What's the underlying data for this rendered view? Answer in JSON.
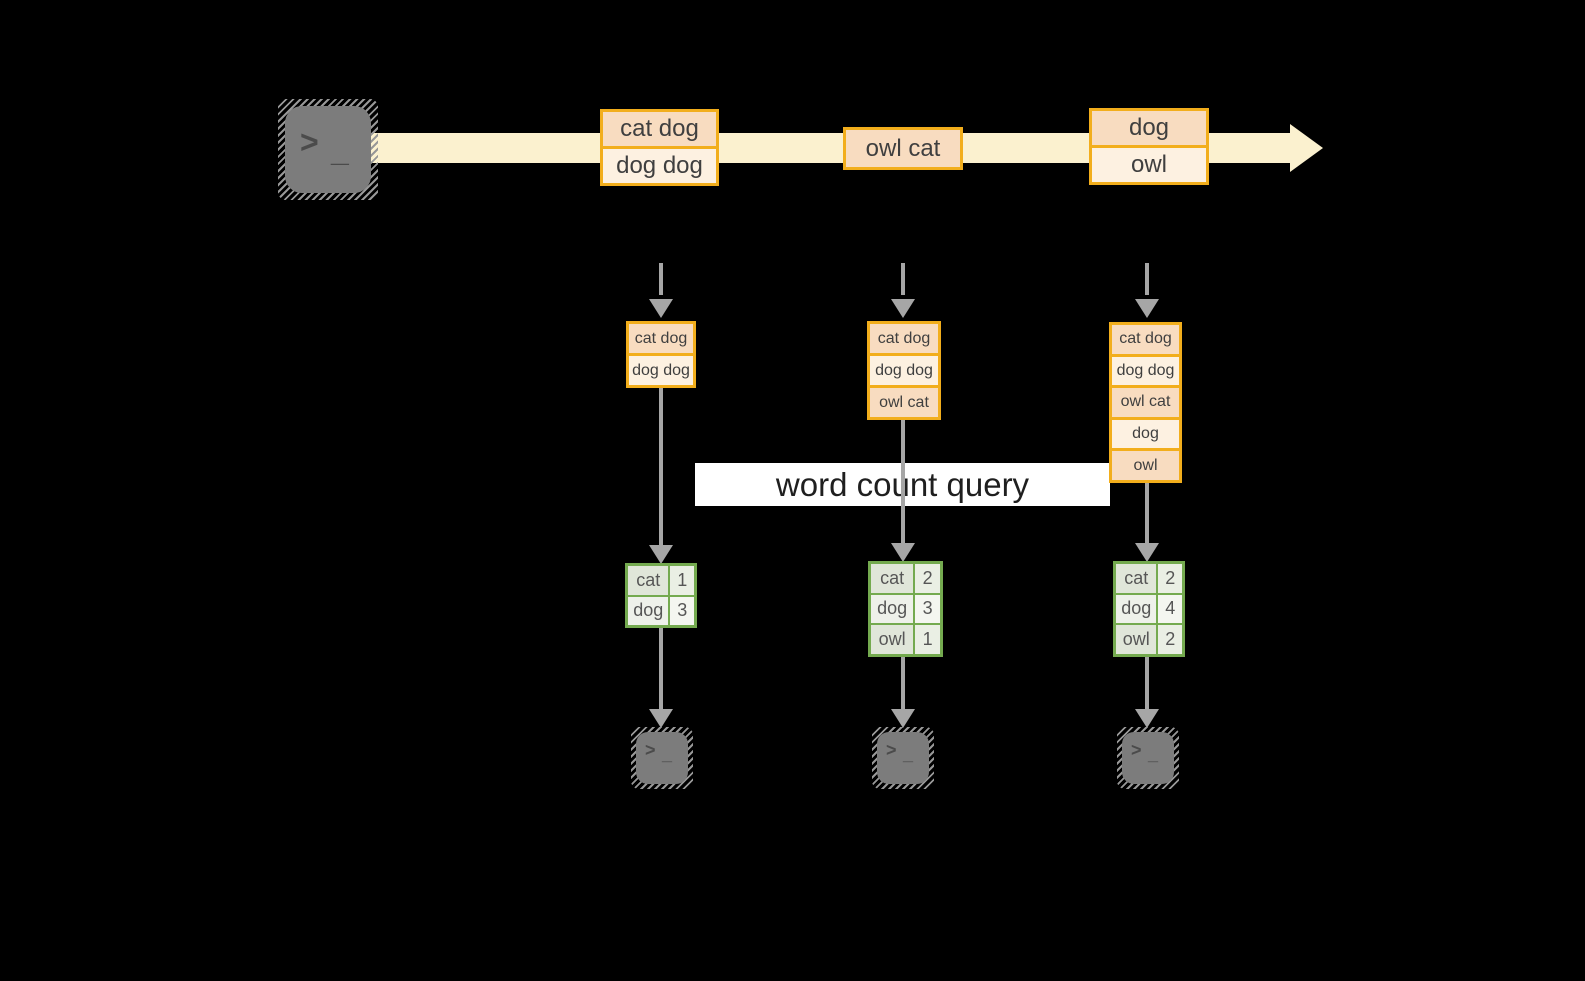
{
  "query_label": "word count query",
  "terminal": {
    "prompt": ">",
    "cursor": "_"
  },
  "stream": {
    "events": [
      {
        "cells": [
          "cat dog",
          "dog dog"
        ]
      },
      {
        "cells": [
          "owl cat"
        ]
      },
      {
        "cells": [
          "dog",
          "owl"
        ]
      }
    ]
  },
  "states": [
    {
      "cells": [
        "cat dog",
        "dog dog"
      ]
    },
    {
      "cells": [
        "cat dog",
        "dog dog",
        "owl cat"
      ]
    },
    {
      "cells": [
        "cat dog",
        "dog dog",
        "owl cat",
        "dog",
        "owl"
      ]
    }
  ],
  "counts": [
    {
      "rows": [
        {
          "word": "cat",
          "count": "1"
        },
        {
          "word": "dog",
          "count": "3"
        }
      ]
    },
    {
      "rows": [
        {
          "word": "cat",
          "count": "2"
        },
        {
          "word": "dog",
          "count": "3"
        },
        {
          "word": "owl",
          "count": "1"
        }
      ]
    },
    {
      "rows": [
        {
          "word": "cat",
          "count": "2"
        },
        {
          "word": "dog",
          "count": "4"
        },
        {
          "word": "owl",
          "count": "2"
        }
      ]
    }
  ],
  "colors": {
    "background": "#000000",
    "stream_band": "#fbf1cf",
    "orange_border": "#f2ae1c",
    "cell_peach": "#f8dcc0",
    "cell_cream": "#fdf1e1",
    "green_border": "#74aa4f",
    "green_cell_dark": "#e0e6d9",
    "green_cell_light": "#eef1ea",
    "arrow_gray": "#a6a6a6",
    "terminal_gray": "#7c7c7c",
    "query_band": "#ffffff"
  }
}
